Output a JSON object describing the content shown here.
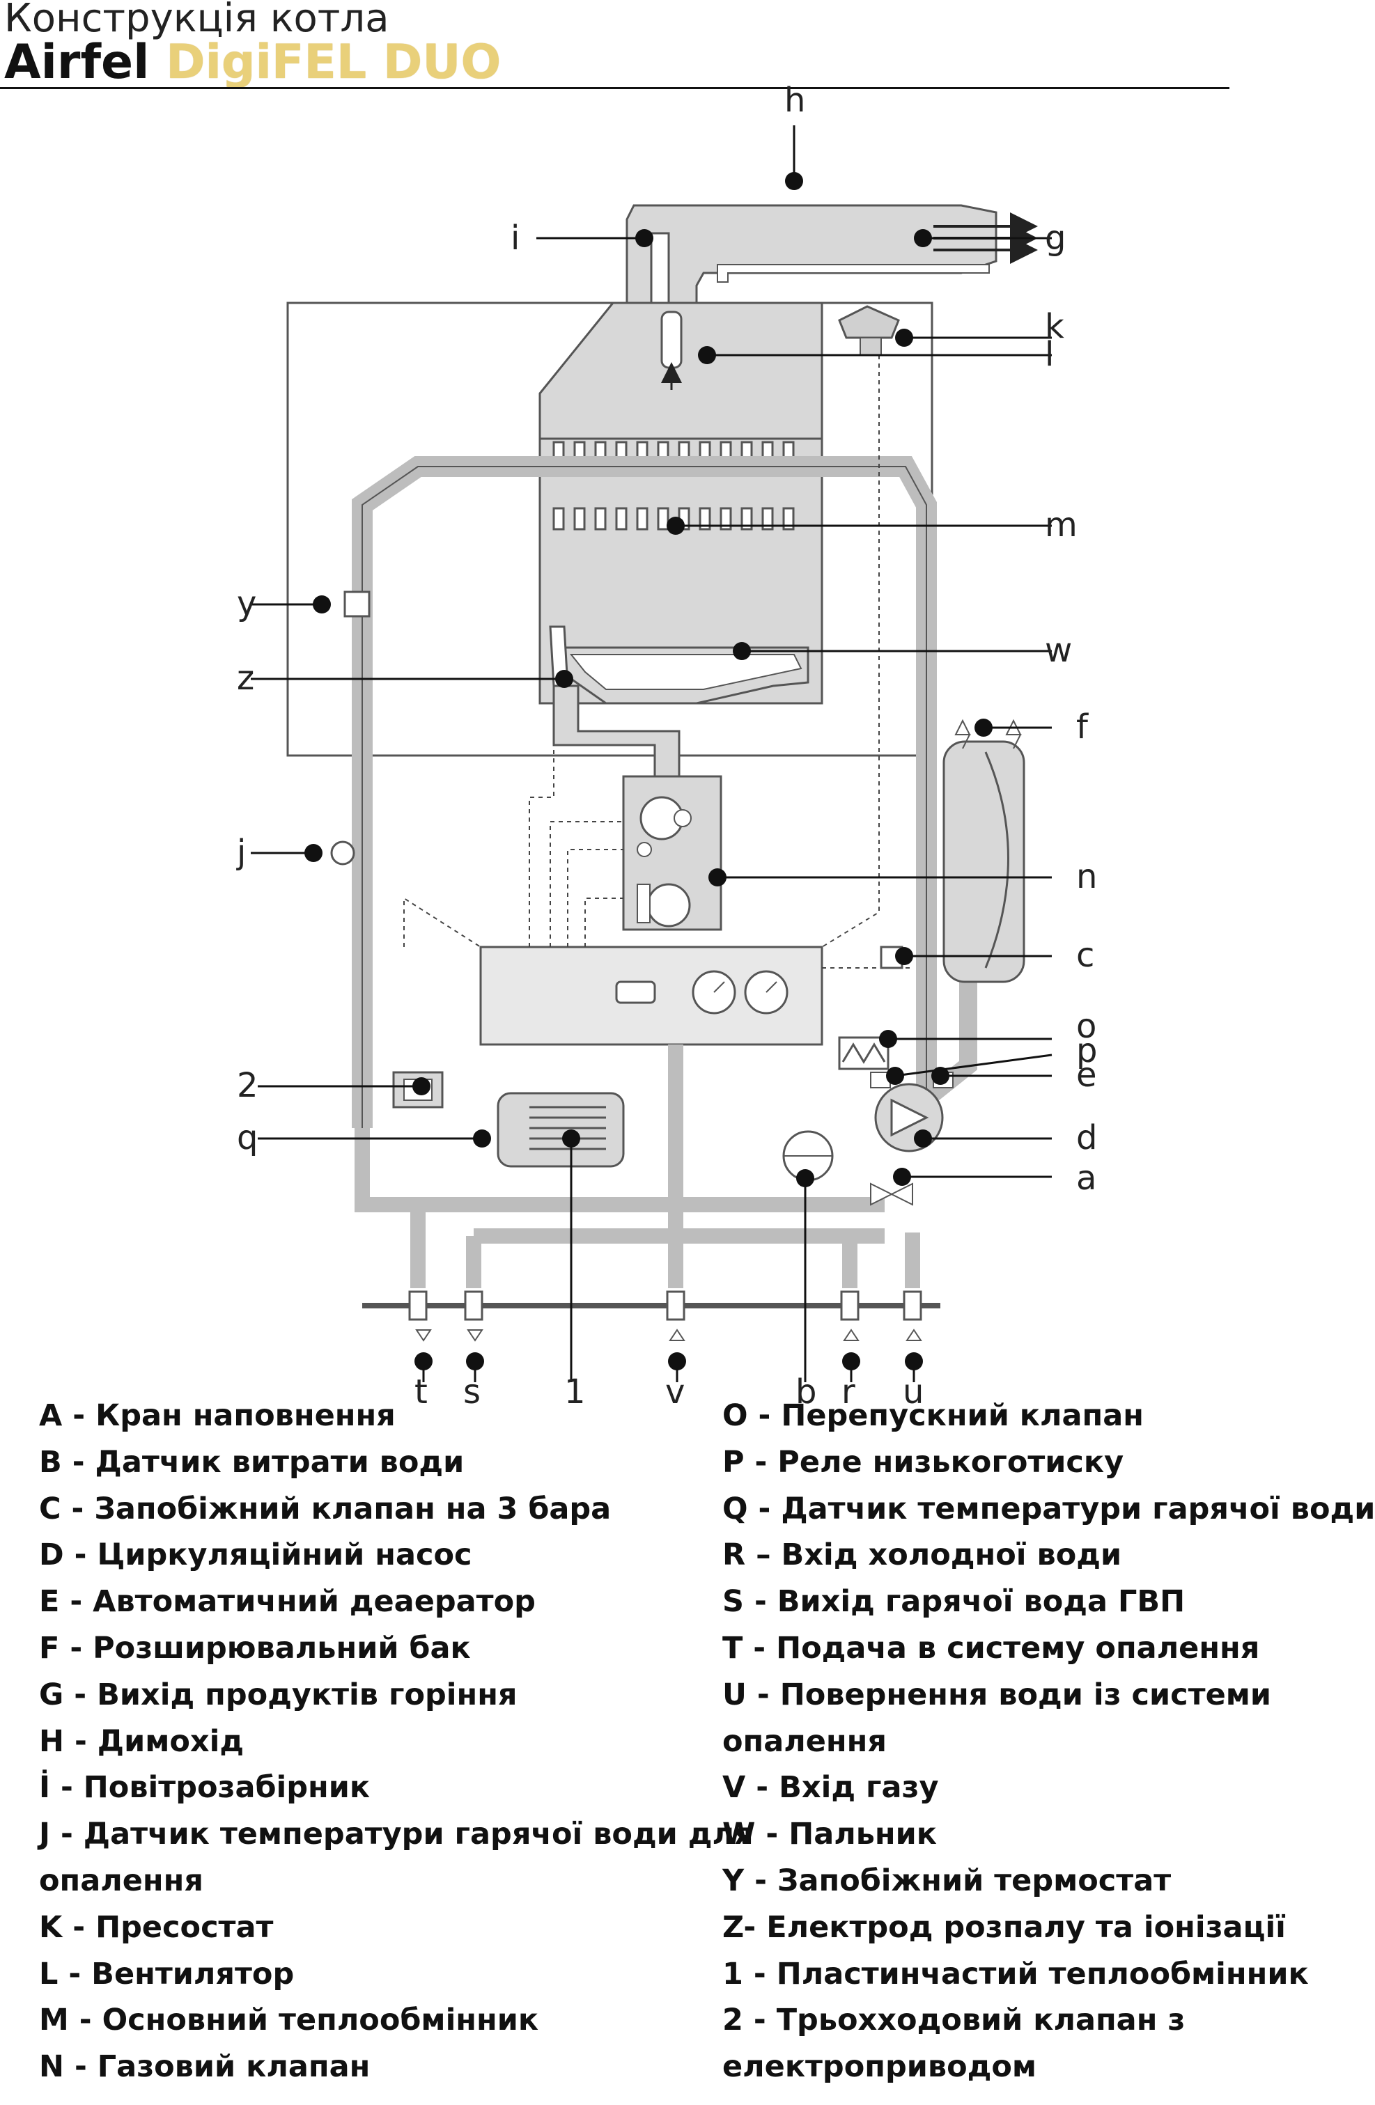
{
  "header": {
    "pre_title": "Конструкція котла",
    "brand": "Airfel",
    "model": "DigiFEL DUO"
  },
  "diagram": {
    "callouts": [
      "h",
      "i",
      "g",
      "k",
      "l",
      "m",
      "y",
      "z",
      "w",
      "f",
      "j",
      "n",
      "c",
      "o",
      "p",
      "e",
      "2",
      "q",
      "d",
      "a",
      "t",
      "s",
      "1",
      "v",
      "b",
      "r",
      "u"
    ]
  },
  "legend": {
    "left": [
      "A - Кран наповнення",
      "B - Датчик витрати води",
      "C - Запобіжний клапан на 3 бара",
      "D - Циркуляційний насос",
      "E - Автоматичний деаератор",
      "F - Розширювальний бак",
      "G - Вихід продуктів горіння",
      "H - Димохід",
      "İ - Повітрозабірник",
      "J - Датчик температури гарячої води для",
      "опалення",
      "K - Пресостат",
      "L - Вентилятор",
      "M - Основний теплообмінник",
      "N - Газовий клапан"
    ],
    "right": [
      "O - Перепускний клапан",
      "P - Реле низькоготиску",
      "Q - Датчик температури гарячої води",
      "R – Вхід холодної води",
      "S - Вихід гарячої вода ГВП",
      "T - Подача в систему опалення",
      "U - Повернення води із системи",
      "опалення",
      "V - Вхід газу",
      "W - Пальник",
      "Y - Запобіжний термостат",
      "Z- Електрод розпалу та іонізації",
      "1 - Пластинчастий теплообмінник",
      "2 - Трьохходовий клапан з",
      "електроприводом"
    ]
  }
}
